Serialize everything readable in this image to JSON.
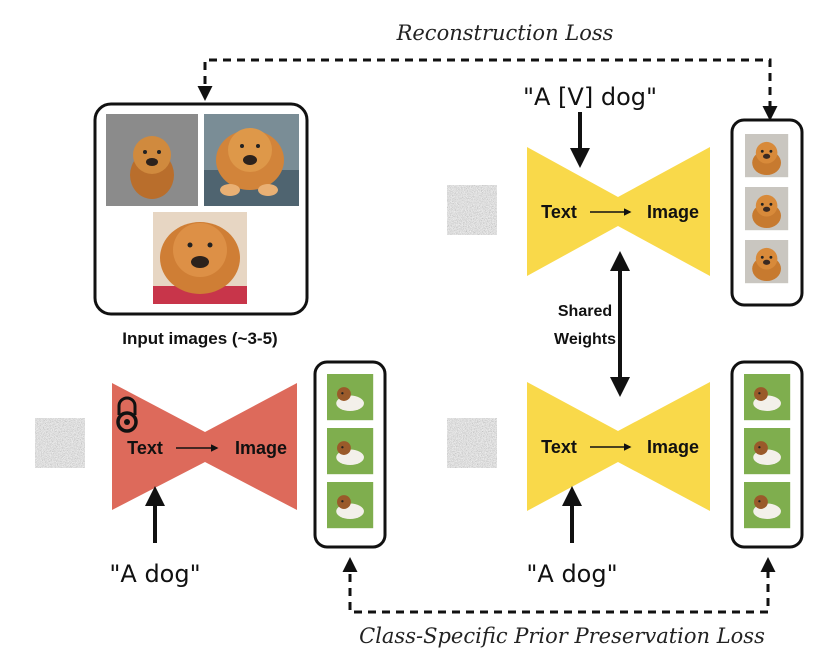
{
  "labels": {
    "reconstruction_loss": "Reconstruction Loss",
    "prior_preservation_loss": "Class-Specific Prior Preservation Loss",
    "input_images": "Input images (~3-5)",
    "shared_line1": "Shared",
    "shared_line2": "Weights",
    "prompt_instance": "\"A [V] dog\"",
    "prompt_class_left": "\"A dog\"",
    "prompt_class_right": "\"A dog\""
  },
  "models": {
    "frozen": {
      "text": "Text",
      "image": "Image",
      "color": "#dd6a5b"
    },
    "finetuned_top": {
      "text": "Text",
      "image": "Image",
      "color": "#f9d94a"
    },
    "finetuned_bottom": {
      "text": "Text",
      "image": "Image",
      "color": "#f9d94a"
    }
  },
  "colors": {
    "frozen_fill": "#dd6a5b",
    "finetuned_fill": "#f9d94a",
    "line": "#111111",
    "noise": "#8a8a8a"
  }
}
